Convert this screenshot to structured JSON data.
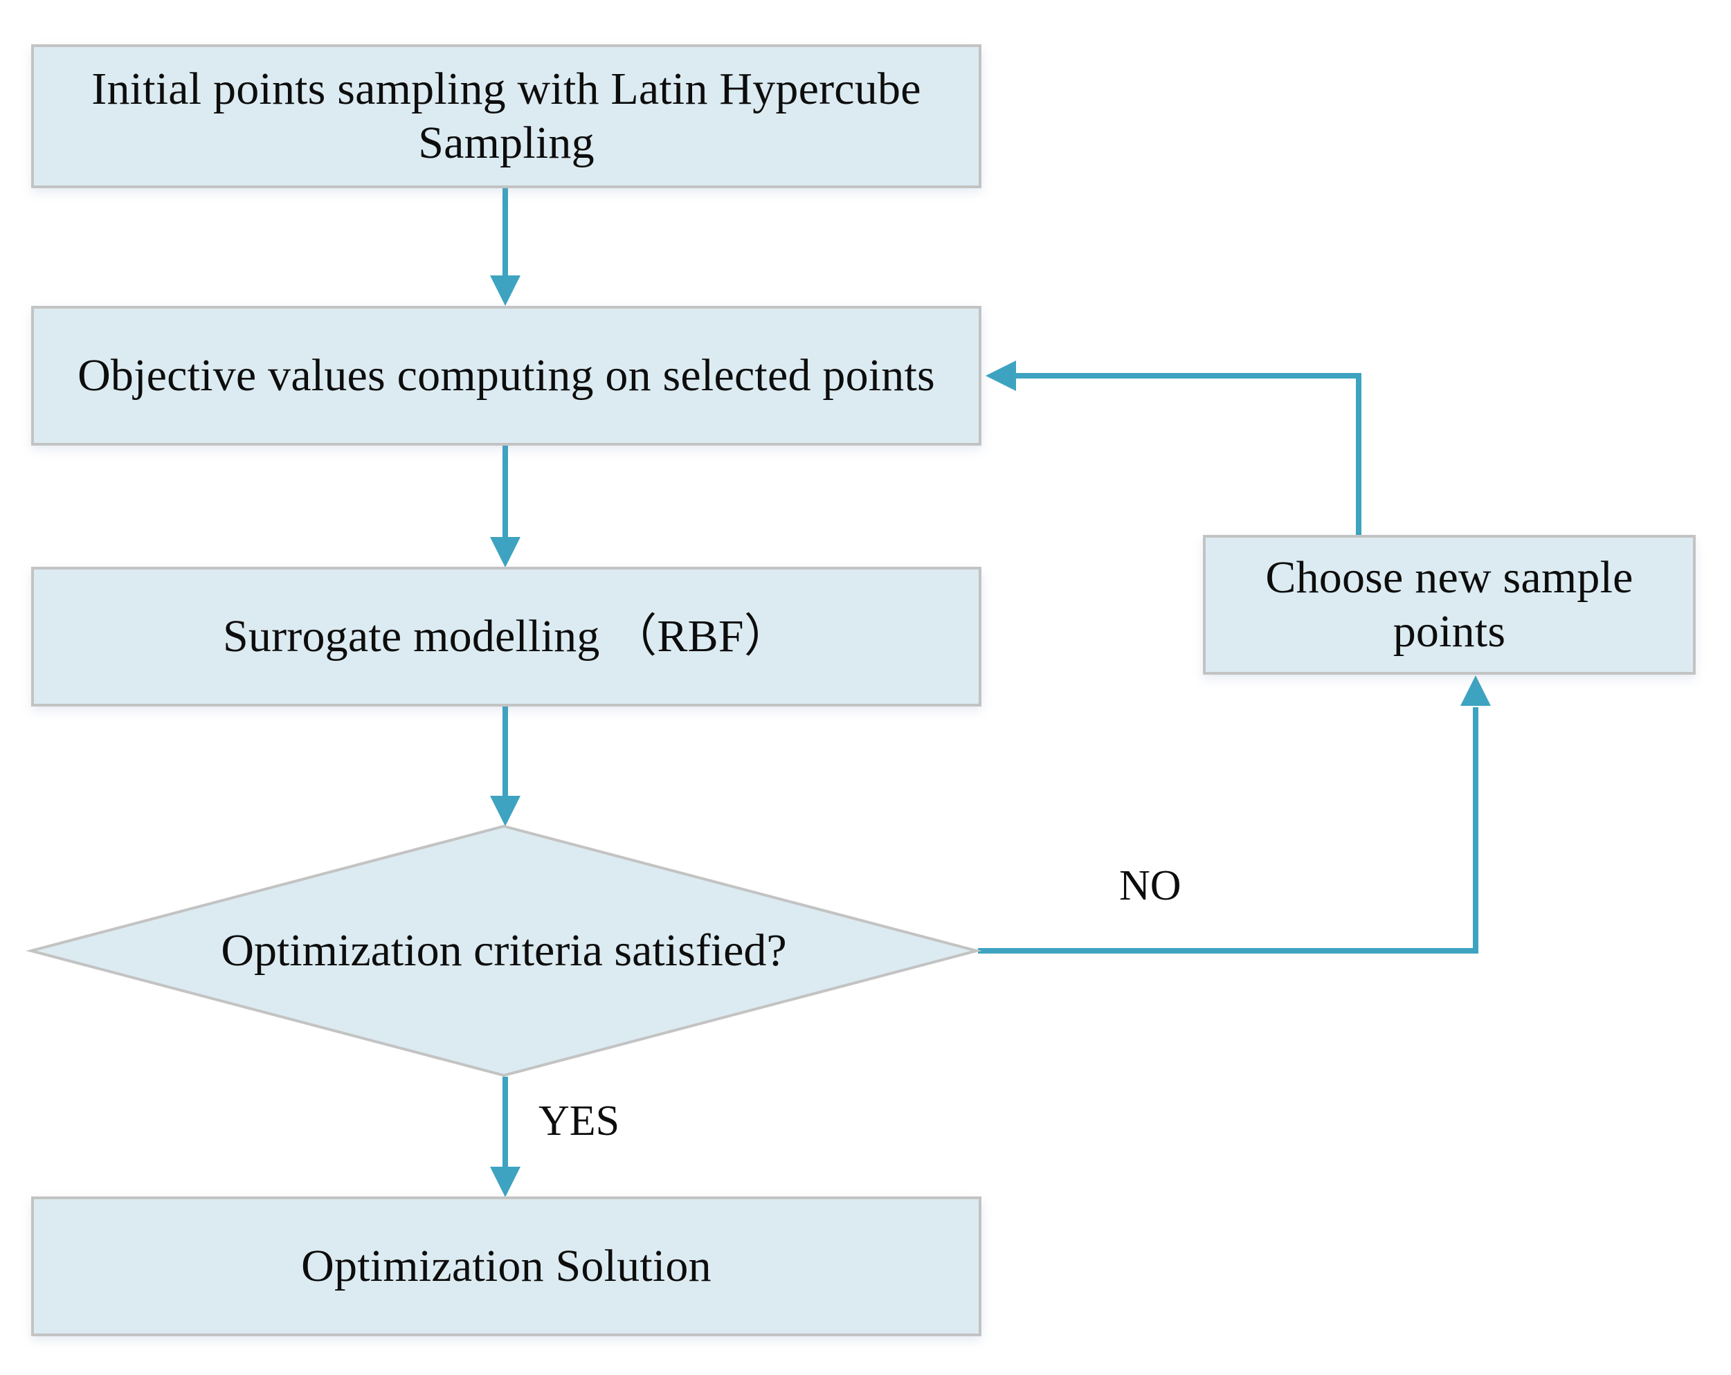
{
  "diagram": {
    "type": "flowchart",
    "title": "Surrogate-based optimization flowchart",
    "colors": {
      "node_fill": "#dcebf1",
      "node_border": "#c3c3c3",
      "arrow": "#3ea3c0",
      "text": "#0d0d0d",
      "background": "#ffffff"
    },
    "nodes": [
      {
        "id": "initial-sampling",
        "shape": "rectangle",
        "label": "Initial points sampling with Latin Hypercube Sampling"
      },
      {
        "id": "objective-values",
        "shape": "rectangle",
        "label": "Objective values computing on selected points"
      },
      {
        "id": "surrogate-modelling",
        "shape": "rectangle",
        "label": "Surrogate modelling （RBF）"
      },
      {
        "id": "optimization-criteria",
        "shape": "diamond",
        "label": "Optimization criteria satisfied?"
      },
      {
        "id": "optimization-solution",
        "shape": "rectangle",
        "label": "Optimization Solution"
      },
      {
        "id": "choose-new-sample-points",
        "shape": "rectangle",
        "label": "Choose new sample points"
      }
    ],
    "edges": [
      {
        "id": "e1",
        "from": "initial-sampling",
        "to": "objective-values",
        "label": ""
      },
      {
        "id": "e2",
        "from": "objective-values",
        "to": "surrogate-modelling",
        "label": ""
      },
      {
        "id": "e3",
        "from": "surrogate-modelling",
        "to": "optimization-criteria",
        "label": ""
      },
      {
        "id": "e4",
        "from": "optimization-criteria",
        "to": "optimization-solution",
        "label": "YES"
      },
      {
        "id": "e5",
        "from": "optimization-criteria",
        "to": "choose-new-sample-points",
        "label": "NO"
      },
      {
        "id": "e6",
        "from": "choose-new-sample-points",
        "to": "objective-values",
        "label": ""
      }
    ],
    "edge_labels": {
      "no": "NO",
      "yes": "YES"
    }
  }
}
